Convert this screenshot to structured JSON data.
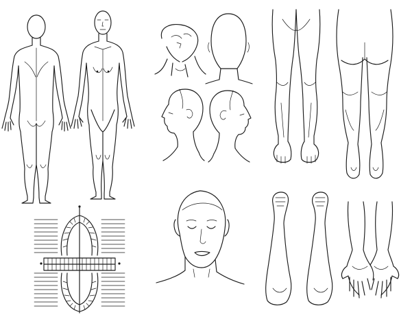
{
  "sheet": {
    "background": "#ffffff",
    "ink": "#1a1a1a",
    "panels": [
      "full-body-back-view",
      "full-body-front-view",
      "head-chin-up-view",
      "head-top-view",
      "head-left-profile",
      "head-right-profile",
      "legs-front-view",
      "legs-back-view",
      "dental-chart",
      "face-front-view",
      "forearms-fist-view",
      "arms-palms-view"
    ]
  }
}
